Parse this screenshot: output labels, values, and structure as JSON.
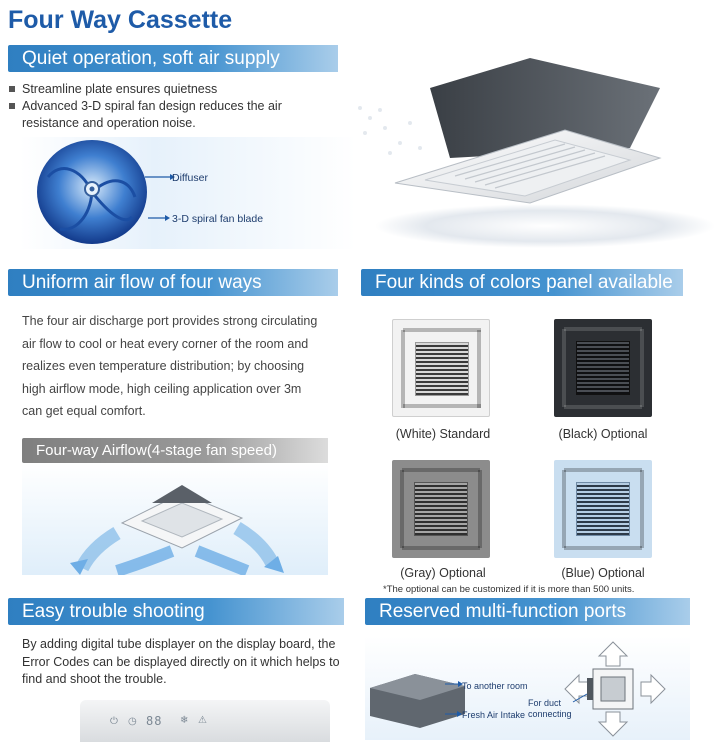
{
  "page": {
    "title": "Four Way Cassette"
  },
  "quiet": {
    "heading": "Quiet operation, soft air supply",
    "bullets": [
      "Streamline plate ensures quietness",
      "Advanced 3-D spiral fan design reduces the air resistance and operation noise."
    ],
    "fan_labels": {
      "diffuser": "Diffuser",
      "blade": "3-D spiral fan blade"
    }
  },
  "uniform": {
    "heading": "Uniform air flow of four ways",
    "text": "The four air discharge port provides strong circulating air flow to cool or heat every corner of the room and realizes even temperature distribution; by choosing high airflow mode, high ceiling application over 3m can get equal comfort.",
    "subheading": "Four-way Airflow(4-stage fan speed)"
  },
  "colors": {
    "heading": "Four kinds of colors panel available",
    "panels": [
      {
        "label": "(White) Standard",
        "color": "#f2f2f2"
      },
      {
        "label": "(Black) Optional",
        "color": "#2c2f33"
      },
      {
        "label": "(Gray) Optional",
        "color": "#8c8c8c"
      },
      {
        "label": "(Blue) Optional",
        "color": "#c9def0"
      }
    ],
    "note": "*The optional can be customized if it is more than 500 units."
  },
  "trouble": {
    "heading": "Easy trouble shooting",
    "text": "By adding digital tube displayer on the display board, the Error Codes can be displayed directly on it which helps to find and shoot the trouble.",
    "display_code": "88"
  },
  "ports": {
    "heading": "Reserved multi-function ports",
    "labels": {
      "another_room": "To another room",
      "fresh_air": "Fresh Air Intake",
      "duct": "For duct connecting"
    }
  },
  "accent": "#2f7fc1"
}
